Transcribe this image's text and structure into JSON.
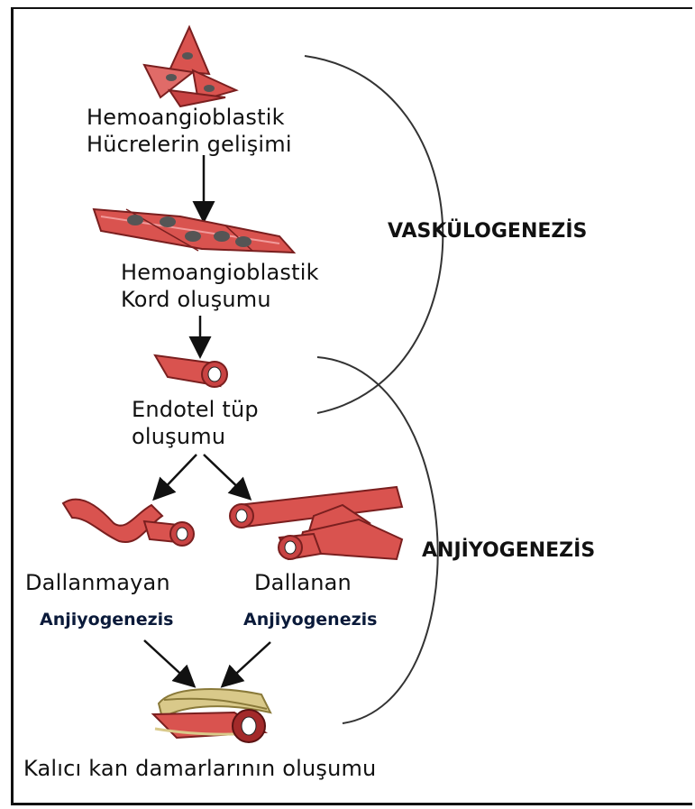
{
  "stages": {
    "cells_line1": "Hemoangioblastik",
    "cells_line2": "Hücrelerin gelişimi",
    "cord_line1": "Hemoangioblastik",
    "cord_line2": "Kord oluşumu",
    "tube_line1": "Endotel tüp",
    "tube_line2": "oluşumu",
    "nonbranch": "Dallanmayan",
    "branch": "Dallanan",
    "nonbranch_sub": "Anjiyogenezis",
    "branch_sub": "Anjiyogenezis",
    "final": "Kalıcı  kan damarlarının oluşumu"
  },
  "phases": {
    "vasculogenesis": "VASKÜLOGENEZİS",
    "angiogenesis": "ANJİYOGENEZİS"
  },
  "colors": {
    "vessel": "#d9534f",
    "vessel_dark": "#a32a2a",
    "vessel_light": "#f19a9a",
    "nucleus": "#555555",
    "outline": "#222222",
    "tan": "#d9c98a"
  }
}
